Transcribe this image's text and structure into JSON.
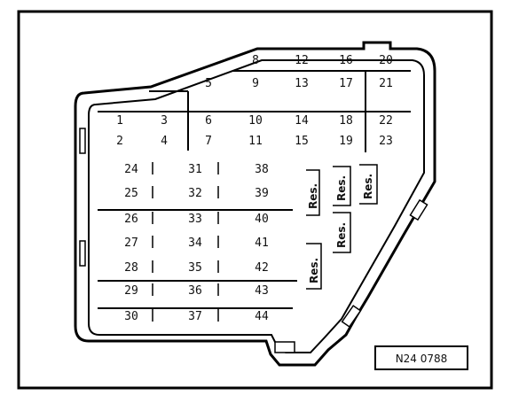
{
  "fuses": {
    "grid_top": [
      [
        "",
        "",
        "",
        "8",
        "12",
        "16",
        "20"
      ],
      [
        "",
        "",
        "5",
        "9",
        "13",
        "17",
        "21"
      ],
      [
        "1",
        "3",
        "6",
        "10",
        "14",
        "18",
        "22"
      ],
      [
        "2",
        "4",
        "7",
        "11",
        "15",
        "19",
        "23"
      ]
    ],
    "grid_bottom": [
      [
        "24",
        "31",
        "38"
      ],
      [
        "25",
        "32",
        "39"
      ],
      [
        "26",
        "33",
        "40"
      ],
      [
        "27",
        "34",
        "41"
      ],
      [
        "28",
        "35",
        "42"
      ],
      [
        "29",
        "36",
        "43"
      ],
      [
        "30",
        "37",
        "44"
      ]
    ]
  },
  "reserved_label": "Res.",
  "reference": "N24 0788"
}
